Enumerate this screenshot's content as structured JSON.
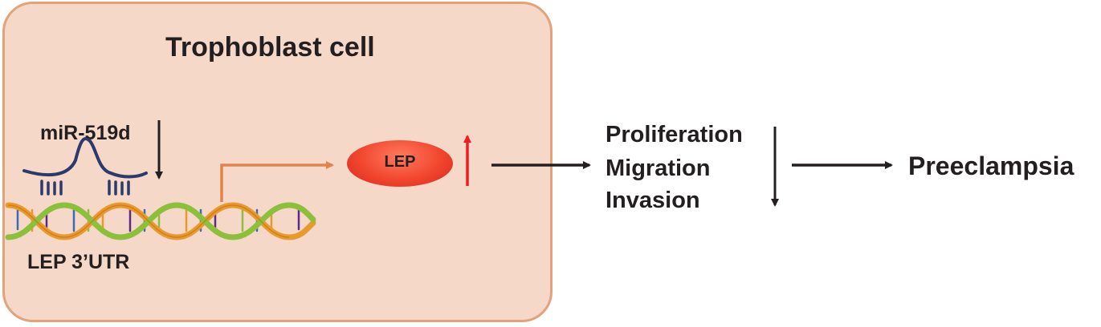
{
  "cell": {
    "title": "Trophoblast cell"
  },
  "mirna": {
    "label": "miR-519d"
  },
  "gene": {
    "label": "LEP 3’UTR"
  },
  "protein": {
    "label": "LEP"
  },
  "outcomes": [
    "Proliferation",
    "Migration",
    "Invasion"
  ],
  "result": {
    "label": "Preeclampsia"
  },
  "colors": {
    "cell_fill": "#f6d8c8",
    "cell_border": "#e4a27a",
    "mirna_strand": "#2b3a6b",
    "transcription_arrow": "#e2834a",
    "lep_oval": "#f1462e",
    "up_arrow": "#ee1c25",
    "arrows": "#231f20",
    "dna_strand_a": "#e89a2c",
    "dna_strand_b": "#8cbf3a"
  }
}
